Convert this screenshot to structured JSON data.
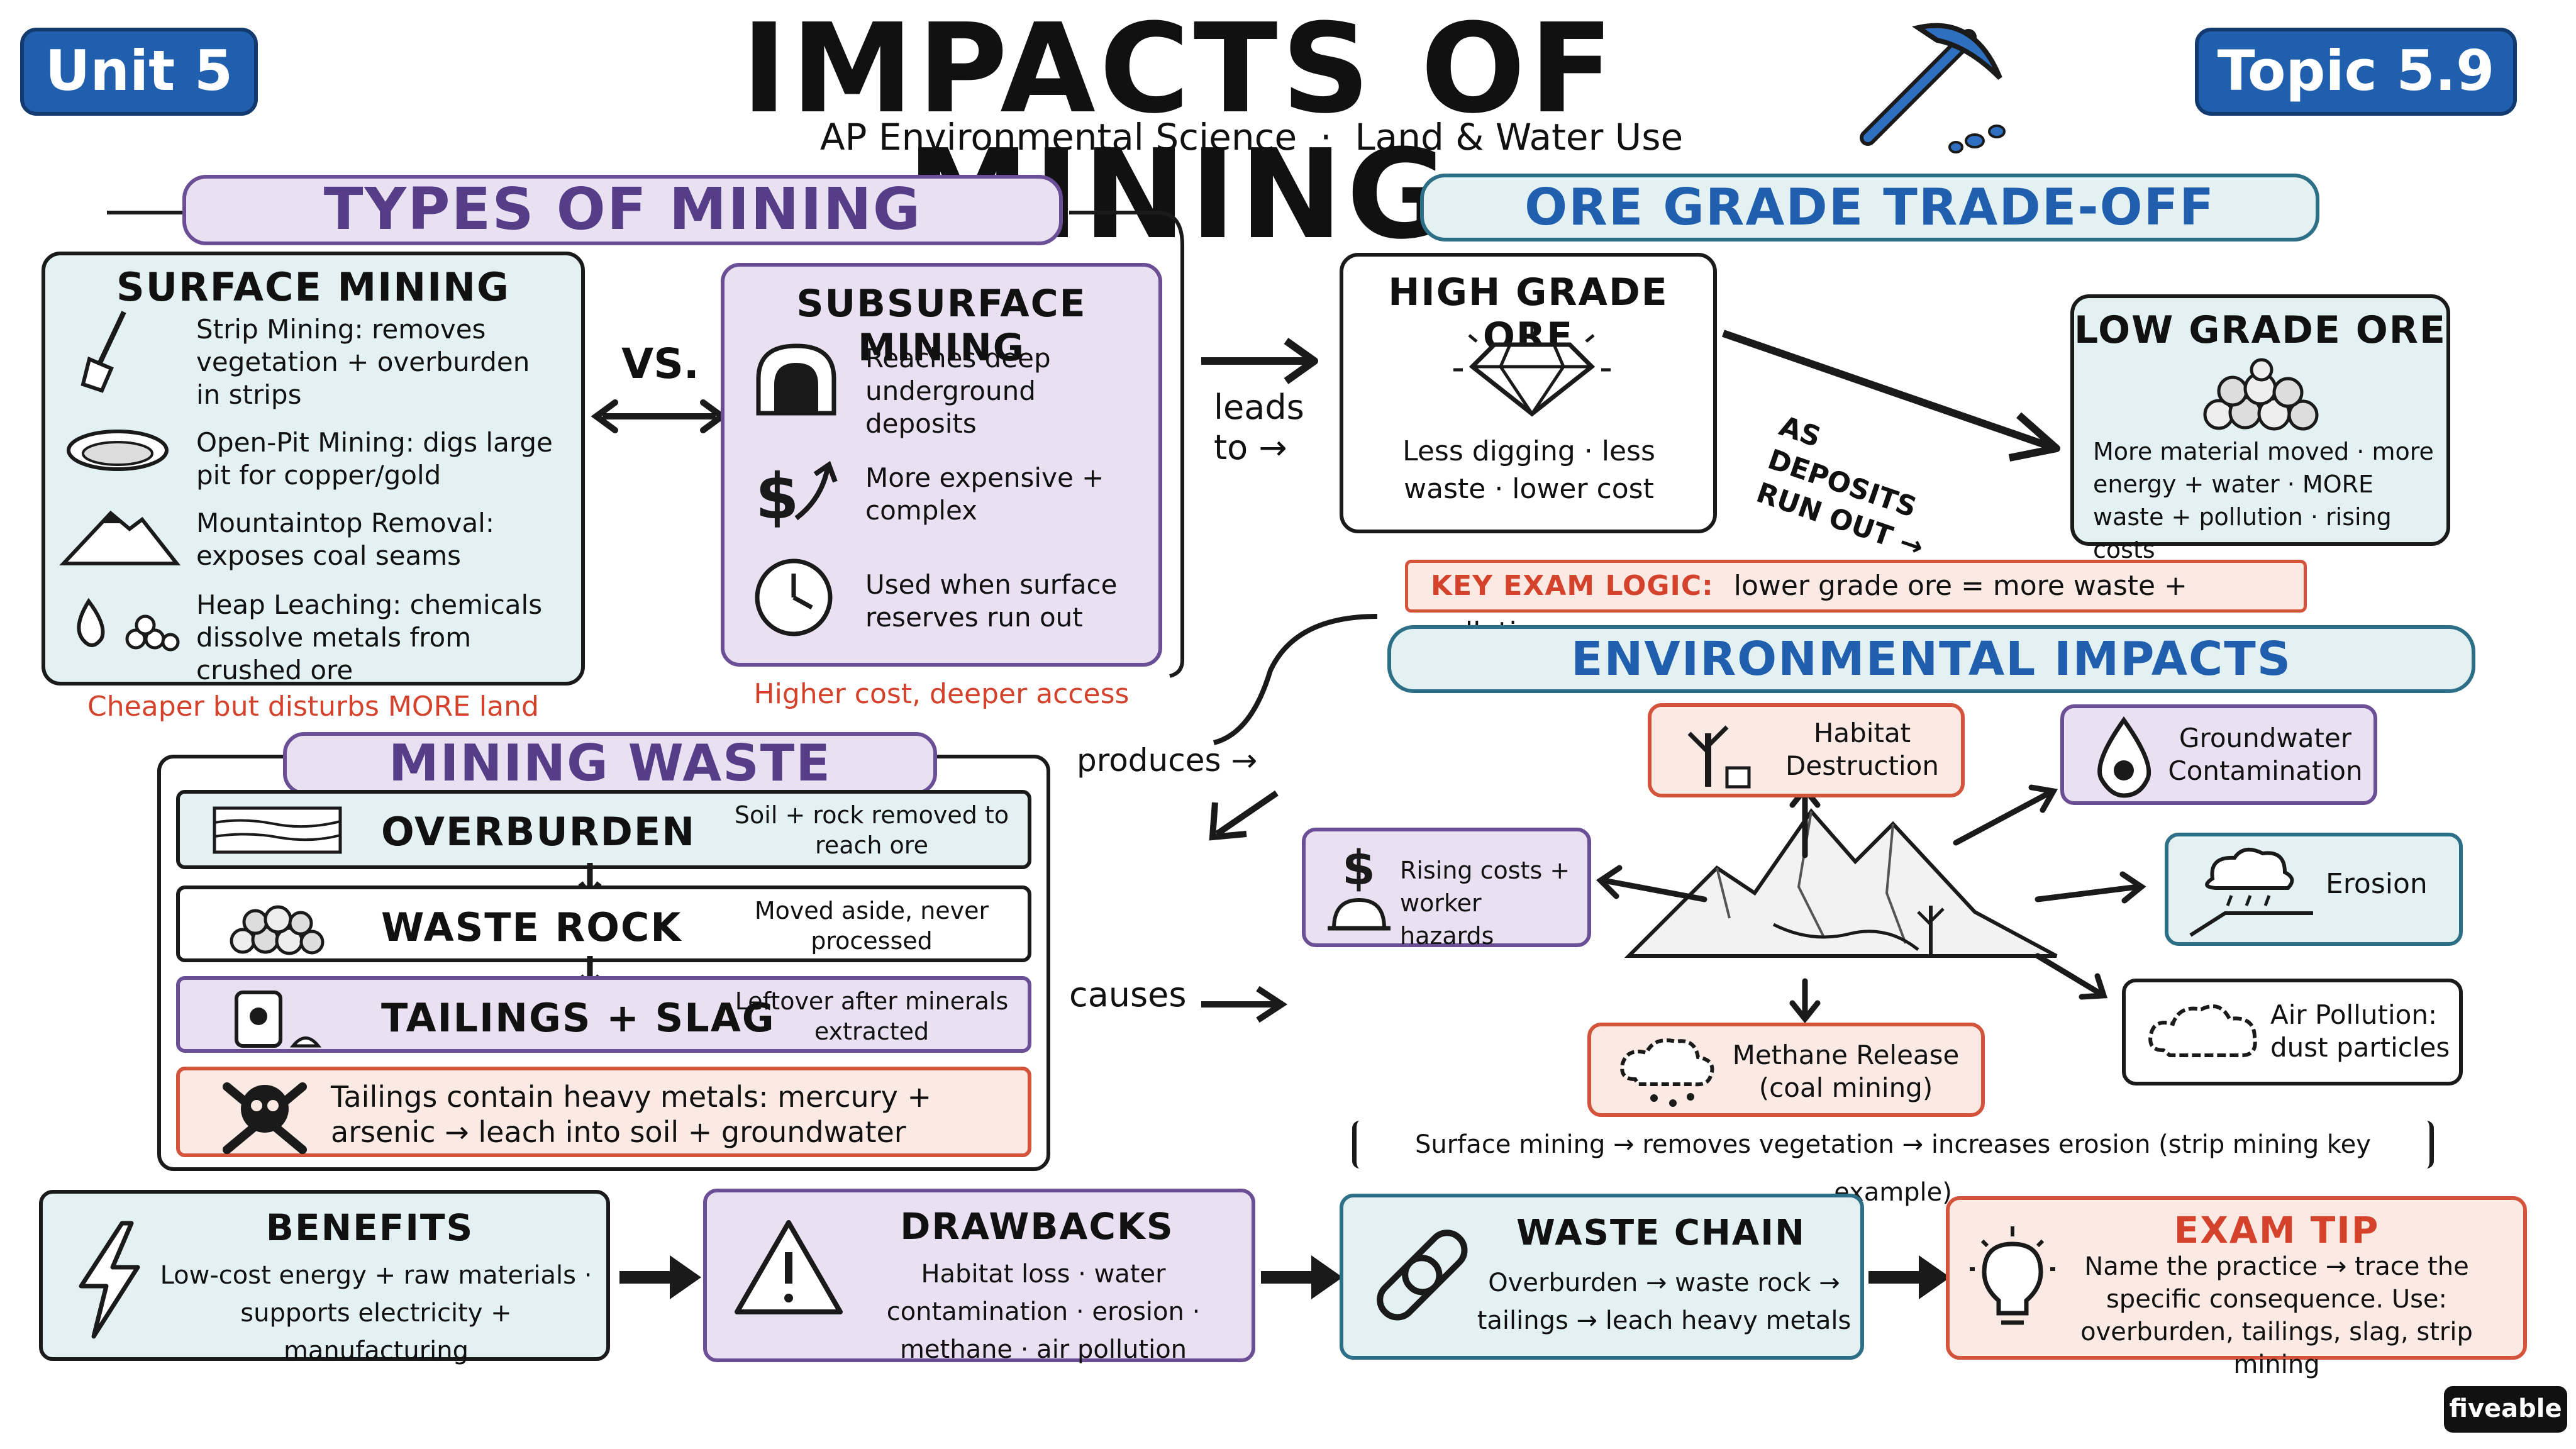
{
  "header": {
    "unit": "Unit 5",
    "title": "IMPACTS OF MINING",
    "subtitle": "AP Environmental Science  ·  Land & Water Use",
    "topic": "Topic 5.9"
  },
  "types": {
    "heading": "TYPES OF MINING",
    "surface": {
      "title": "SURFACE MINING",
      "items": [
        "Strip Mining: removes vegetation + overburden in strips",
        "Open-Pit Mining: digs large pit for copper/gold",
        "Mountaintop Removal: exposes coal seams",
        "Heap Leaching: chemicals dissolve metals from crushed ore"
      ],
      "note": "Cheaper but disturbs MORE land"
    },
    "vs": "VS.",
    "subsurface": {
      "title": "SUBSURFACE MINING",
      "items": [
        "Reaches deep underground deposits",
        "More expensive + complex",
        "Used when surface reserves run out"
      ],
      "note": "Higher cost, deeper access"
    },
    "leads_to": "leads to →"
  },
  "ore": {
    "heading": "ORE GRADE TRADE-OFF",
    "high": {
      "title": "HIGH GRADE ORE",
      "desc": "Less digging · less waste · lower cost"
    },
    "arrow_label": "AS DEPOSITS RUN OUT →",
    "low": {
      "title": "LOW GRADE ORE",
      "desc": "More material moved · more energy + water · MORE waste + pollution · rising costs"
    },
    "key_logic_label": "KEY EXAM LOGIC:",
    "key_logic_text": "lower grade ore = more waste + pollution"
  },
  "waste": {
    "heading": "MINING WASTE",
    "produces": "produces →",
    "rows": [
      {
        "name": "OVERBURDEN",
        "desc": "Soil + rock removed to reach ore"
      },
      {
        "name": "WASTE ROCK",
        "desc": "Moved aside, never processed"
      },
      {
        "name": "TAILINGS + SLAG",
        "desc": "Leftover after minerals extracted"
      }
    ],
    "heavy_metals": "Tailings contain heavy metals: mercury + arsenic → leach into soil + groundwater",
    "causes": "causes"
  },
  "impacts": {
    "heading": "ENVIRONMENTAL IMPACTS",
    "habitat": "Habitat Destruction",
    "groundwater": "Groundwater Contamination",
    "costs": "Rising costs + worker hazards",
    "erosion": "Erosion",
    "air": "Air Pollution: dust particles",
    "methane": "Methane Release (coal mining)",
    "note": "Surface mining → removes vegetation → increases erosion (strip mining key example)"
  },
  "bottom": {
    "benefits": {
      "title": "BENEFITS",
      "text": "Low-cost energy + raw materials · supports electricity + manufacturing"
    },
    "drawbacks": {
      "title": "DRAWBACKS",
      "text": "Habitat loss · water contamination · erosion · methane · air pollution"
    },
    "chain": {
      "title": "WASTE CHAIN",
      "text": "Overburden → waste rock → tailings → leach heavy metals"
    },
    "tip": {
      "title": "EXAM TIP",
      "text": "Name the practice → trace the specific consequence. Use: overburden, tailings, slag, strip mining"
    }
  },
  "brand": "fiveable",
  "colors": {
    "teal": "#e4f1f3",
    "purple": "#e9e1f2",
    "peach": "#fbe9e4",
    "blue": "#1f5fae",
    "red": "#d4422c"
  }
}
